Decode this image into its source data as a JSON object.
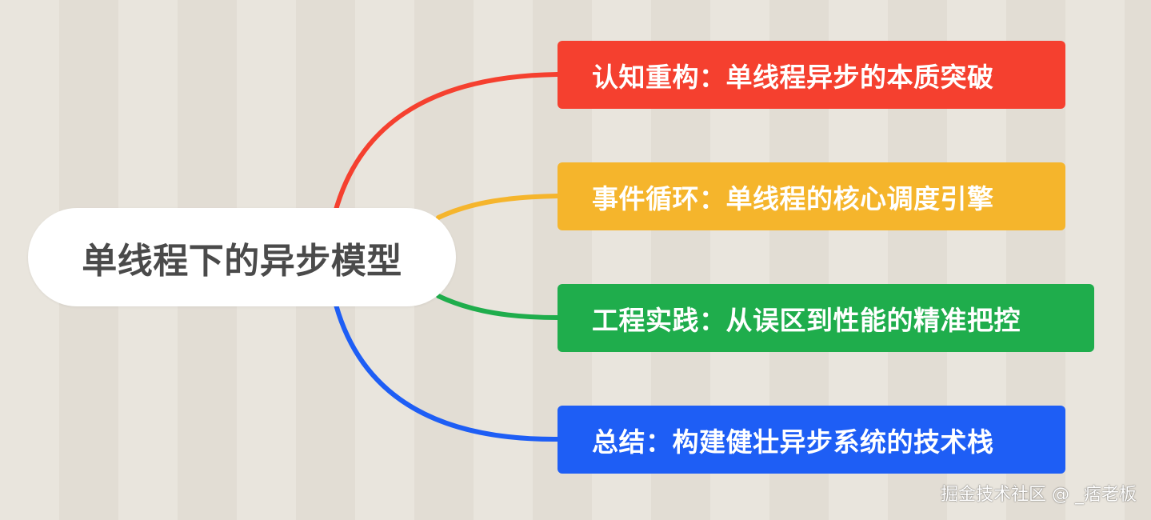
{
  "diagram": {
    "central": {
      "label": "单线程下的异步模型"
    },
    "branches": [
      {
        "label": "认知重构：单线程异步的本质突破",
        "color": "#f5402f"
      },
      {
        "label": "事件循环：单线程的核心调度引擎",
        "color": "#f5b52c"
      },
      {
        "label": "工程实践：从误区到性能的精准把控",
        "color": "#1fad4c"
      },
      {
        "label": "总结：构建健壮异步系统的技术栈",
        "color": "#1e5ef5"
      }
    ]
  },
  "watermark": {
    "text": "掘金技术社区 @ _痞老板"
  }
}
